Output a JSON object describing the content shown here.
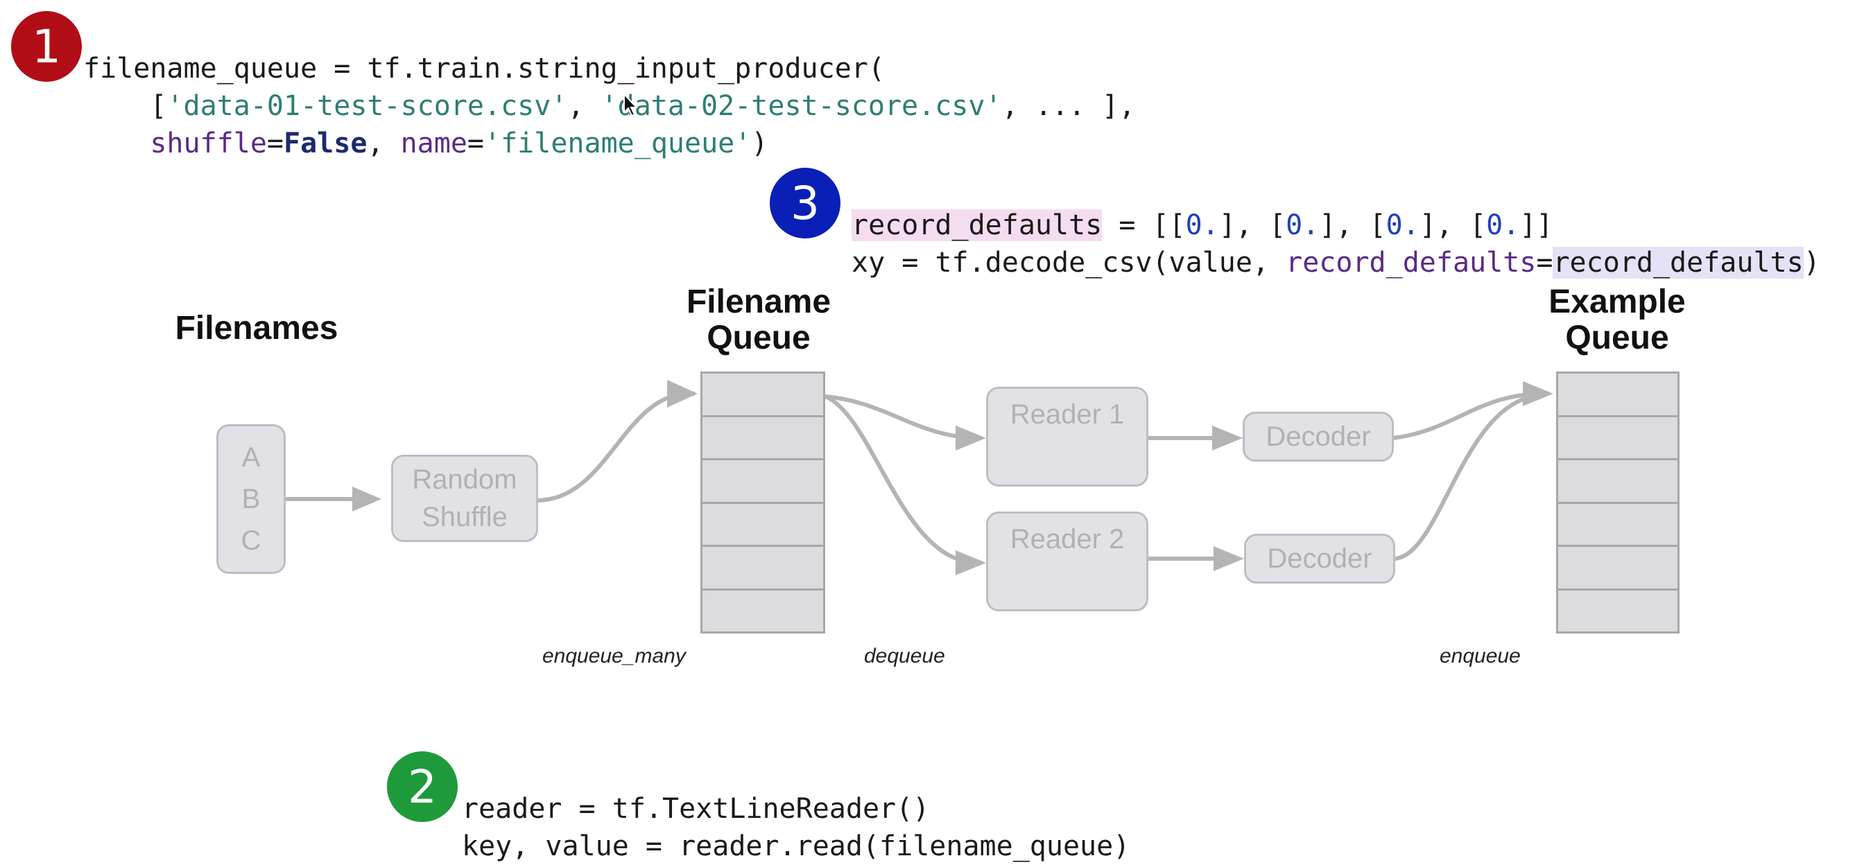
{
  "colors": {
    "step1": "#b10d17",
    "step2": "#1f9a3a",
    "step3": "#0a1fb5",
    "arrow": "#b4b4b4",
    "box_fill": "#e2e2e6",
    "box_text": "#b0b0b6",
    "queue_fill": "#dcdcdf"
  },
  "steps": {
    "one": "1",
    "two": "2",
    "three": "3"
  },
  "code1": {
    "l1": "filename_queue = tf.train.string_input_producer(",
    "l2_open": "[",
    "l2_str1": "'data-01-test-score.csv'",
    "l2_sep": ", ",
    "l2_str2": "'data-02-test-score.csv'",
    "l2_rest": ", ... ],",
    "l3_p1": "shuffle",
    "l3_eq1": "=",
    "l3_false": "False",
    "l3_sep": ", ",
    "l3_p2": "name",
    "l3_eq2": "=",
    "l3_str": "'filename_queue'",
    "l3_close": ")"
  },
  "code3": {
    "l1_var": "record_defaults",
    "l1_a": " = [[",
    "l1_n1": "0.",
    "l1_b": "], [",
    "l1_n2": "0.",
    "l1_c": "], [",
    "l1_n3": "0.",
    "l1_d": "], [",
    "l1_n4": "0.",
    "l1_e": "]]",
    "l2_a": "xy = tf.decode_csv(value, ",
    "l2_param": "record_defaults",
    "l2_eq": "=",
    "l2_val": "record_defaults",
    "l2_close": ")"
  },
  "code2": {
    "l1": "reader = tf.TextLineReader()",
    "l2": "key, value = reader.read(filename_queue)"
  },
  "diagram": {
    "filenames_label": "Filenames",
    "filename_queue_label": [
      "Filename",
      "Queue"
    ],
    "example_queue_label": [
      "Example",
      "Queue"
    ],
    "files": [
      "A",
      "B",
      "C"
    ],
    "shuffle": [
      "Random",
      "Shuffle"
    ],
    "reader1": "Reader 1",
    "reader2": "Reader 2",
    "decoder1": "Decoder",
    "decoder2": "Decoder",
    "ops": {
      "enqueue_many": "enqueue_many",
      "dequeue": "dequeue",
      "enqueue": "enqueue"
    }
  }
}
